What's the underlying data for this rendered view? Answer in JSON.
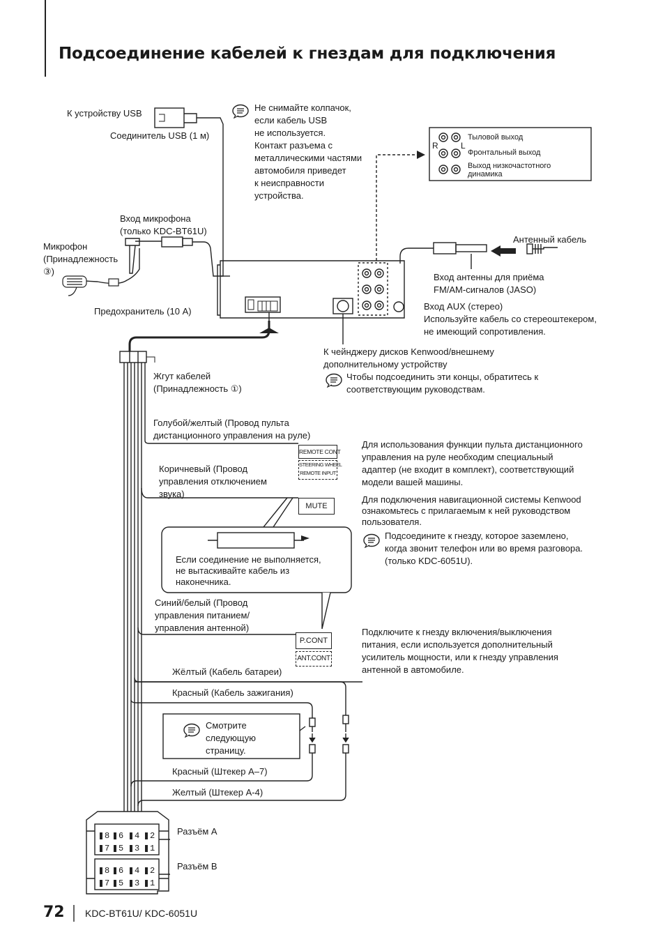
{
  "page": {
    "title": "Подсоединение кабелей к гнездам для подключения",
    "page_number": "72",
    "model": "KDC-BT61U/ KDC-6051U"
  },
  "usb": {
    "device": "К устройству USB",
    "connector": "Соединитель USB (1 м)",
    "note": "Не снимайте колпачок,\nесли кабель USB\nне используется.\nКонтакт разъема с\nметаллическими частями\nавтомобиля приведет\nк неисправности\nустройства."
  },
  "outputs": {
    "rear": "Тыловой выход",
    "front": "Фронтальный выход",
    "sub": "Выход низкочастотного\nдинамика",
    "r": "R",
    "l": "L"
  },
  "mic": {
    "input": "Вход микрофона\n(только KDC-BT61U)",
    "microphone": "Микрофон\n(Принадлежность\n③)"
  },
  "antenna": {
    "cable": "Антенный кабель",
    "input": "Вход антенны для приёма\nFM/AM-сигналов (JASO)"
  },
  "fuse": "Предохранитель (10 A)",
  "aux": "Вход AUX (стерео)\nИспользуйте кабель со стереоштекером,\nне имеющий сопротивления.",
  "changer": {
    "label": "К чейнджеру дисков Kenwood/внешнему\nдополнительному устройству",
    "note": "Чтобы подсоединить эти концы, обратитесь к\nсоответствующим руководствам."
  },
  "harness": "Жгут кабелей\n(Принадлежность ①)",
  "wires": {
    "blue_yellow": "Голубой/желтый (Провод пульта\nдистанционного управления на руле)",
    "brown": "Коричневый (Провод\nуправления отключением\nзвука)",
    "blue_white": "Синий/белый (Провод\nуправления питанием/\nуправления антенной)",
    "yellow": "Жёлтый (Кабель батареи)",
    "red": "Красный (Кабель зажигания)",
    "red_a7": "Красный (Штекер A–7)",
    "yellow_a4": "Желтый (Штекер A-4)"
  },
  "tags": {
    "remote_cont": "REMOTE CONT",
    "steering_wheel": "STEERING WHEEL",
    "remote_input": "REMOTE INPUT",
    "mute": "MUTE",
    "pcont": "P.CONT",
    "antcont": "ANT.CONT"
  },
  "notes": {
    "steering": "Для использования функции пульта дистанционного\nуправления на руле необходим специальный\nадаптер (не входит в комплект), соответствующий\nмодели вашей машины.",
    "nav": "Для подключения навигационной системы Kenwood\nознакомьтесь с прилагаемым к ней руководством\nпользователя.",
    "mute_ground": "Подсоедините к гнезду, которое заземлено,\nкогда звонит телефон или во время разговора.\n(только KDC-6051U).",
    "terminal": "Если соединение не выполняется,\nне вытаскивайте кабель из\nнаконечника.",
    "pcont": "Подключите к гнезду включения/выключения\nпитания, если используется дополнительный\nусилитель мощности, или к гнезду управления\nантенной в автомобиле.",
    "next_page": "Смотрите\nследующую\nстраницу."
  },
  "connectors": {
    "a": "Разъём A",
    "b": "Разъём B",
    "pins_top": [
      "8",
      "6",
      "4",
      "2"
    ],
    "pins_bottom": [
      "7",
      "5",
      "3",
      "1"
    ]
  },
  "icons": [
    "note-icon",
    "usb-plug-icon",
    "mic-jack-icon",
    "antenna-plug-icon",
    "rca-jack-icon",
    "arrow-icon"
  ]
}
